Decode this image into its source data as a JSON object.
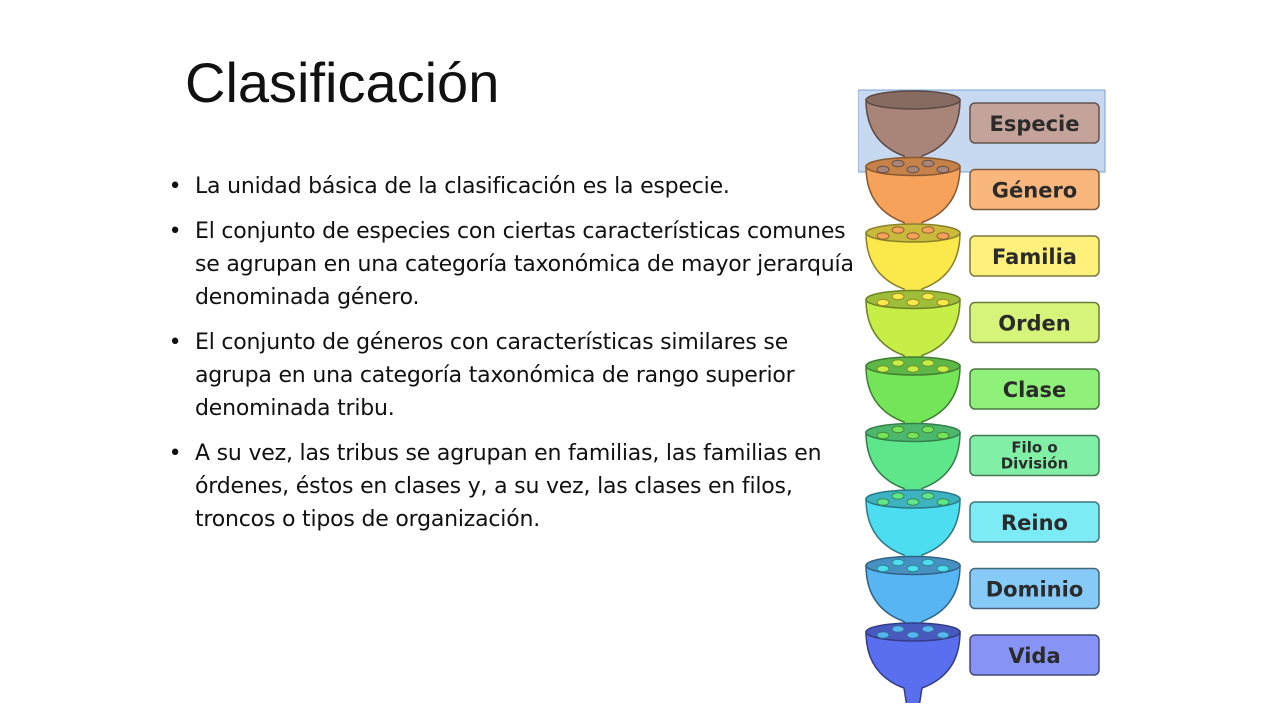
{
  "slide": {
    "title": "Clasificación",
    "bullets": [
      "La unidad básica de la clasificación es la especie.",
      "El conjunto de especies con ciertas características comunes se agrupan en una categoría taxonómica de mayor jerarquía denominada género.",
      "El conjunto de géneros con características similares se agrupa en una categoría taxonómica de rango superior denominada tribu.",
      "A su vez, las tribus se agrupan en familias, las familias en órdenes, éstos en clases y, a su vez, las clases en filos, troncos o tipos de organización."
    ],
    "bullet_symbol": "•"
  },
  "diagram": {
    "highlight_color": "#c6d9f0",
    "levels": [
      {
        "label": "Especie",
        "color": "#a98479",
        "label_color": "#c4a39a"
      },
      {
        "label": "Género",
        "color": "#f7a25a",
        "label_color": "#f9b77d"
      },
      {
        "label": "Familia",
        "color": "#fbe84a",
        "label_color": "#fdf17c"
      },
      {
        "label": "Orden",
        "color": "#c6ee47",
        "label_color": "#d6f47a"
      },
      {
        "label": "Clase",
        "color": "#74e558",
        "label_color": "#8ff07a"
      },
      {
        "label": "Filo o",
        "label2": "División",
        "color": "#5ee68a",
        "label_color": "#82efa6"
      },
      {
        "label": "Reino",
        "color": "#4cdef0",
        "label_color": "#7debf6"
      },
      {
        "label": "Dominio",
        "color": "#58b5f3",
        "label_color": "#86cbf7"
      },
      {
        "label": "Vida",
        "color": "#5a6ff0",
        "label_color": "#8794f5"
      }
    ]
  }
}
